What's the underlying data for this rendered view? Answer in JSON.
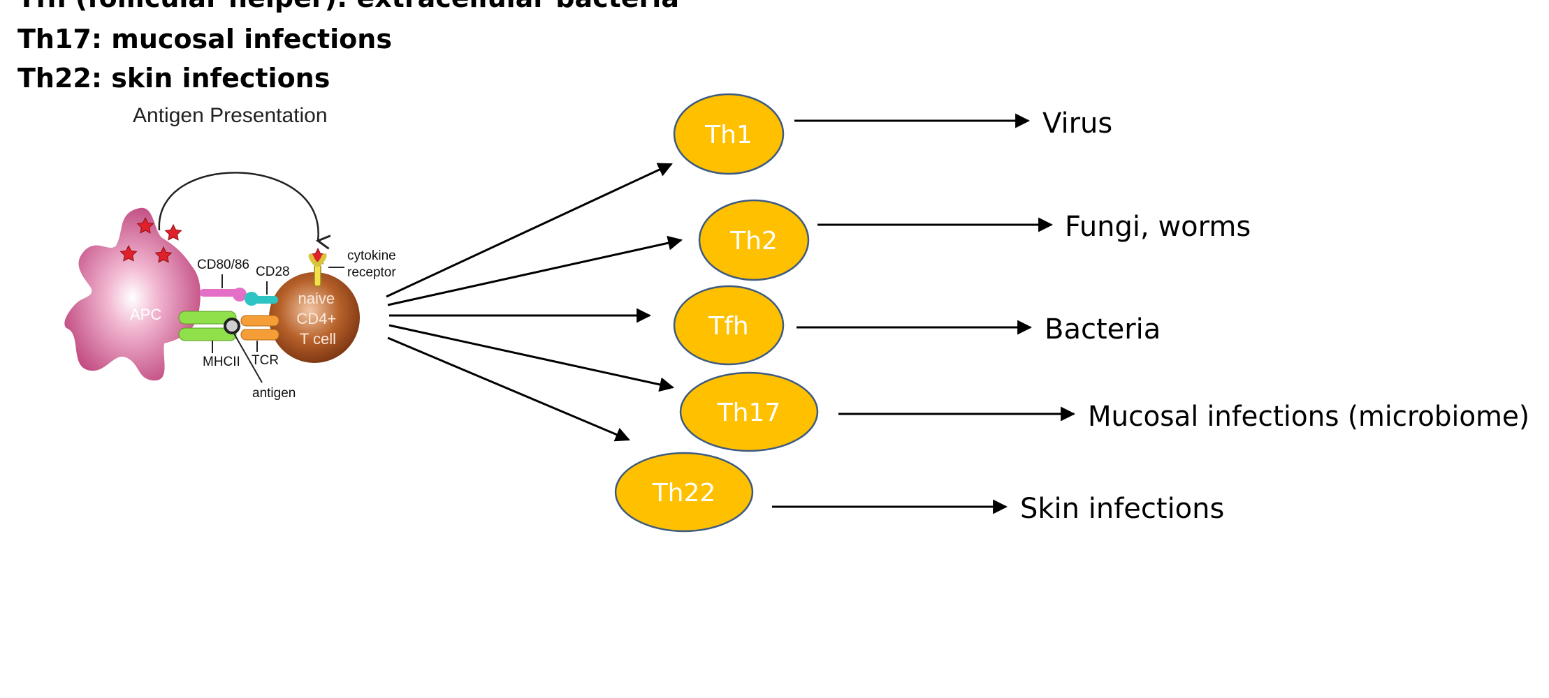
{
  "headings": [
    "Tfh (follicular helper): extracellular bacteria",
    "Th17: mucosal infections",
    "Th22: skin infections"
  ],
  "figure": {
    "title": "Antigen Presentation",
    "apc": "APC",
    "cd80": "CD80/86",
    "cd28": "CD28",
    "cytokine": "cytokine",
    "receptor": "receptor",
    "tcell": [
      "naive",
      "CD4+",
      "T cell"
    ],
    "mhc": "MHCII",
    "tcr": "TCR",
    "antigen": "antigen"
  },
  "subsets": [
    {
      "label": "Th1",
      "outcome": "Virus"
    },
    {
      "label": "Th2",
      "outcome": "Fungi, worms"
    },
    {
      "label": "Tfh",
      "outcome": "Bacteria"
    },
    {
      "label": "Th17",
      "outcome": "Mucosal infections (microbiome)"
    },
    {
      "label": "Th22",
      "outcome": "Skin infections"
    }
  ],
  "colors": {
    "subset_fill": "#ffc000",
    "subset_stroke": "#3d5a80",
    "apc": "#c2467e",
    "tcell": "#9b4a1c",
    "star": "#e0202a"
  }
}
